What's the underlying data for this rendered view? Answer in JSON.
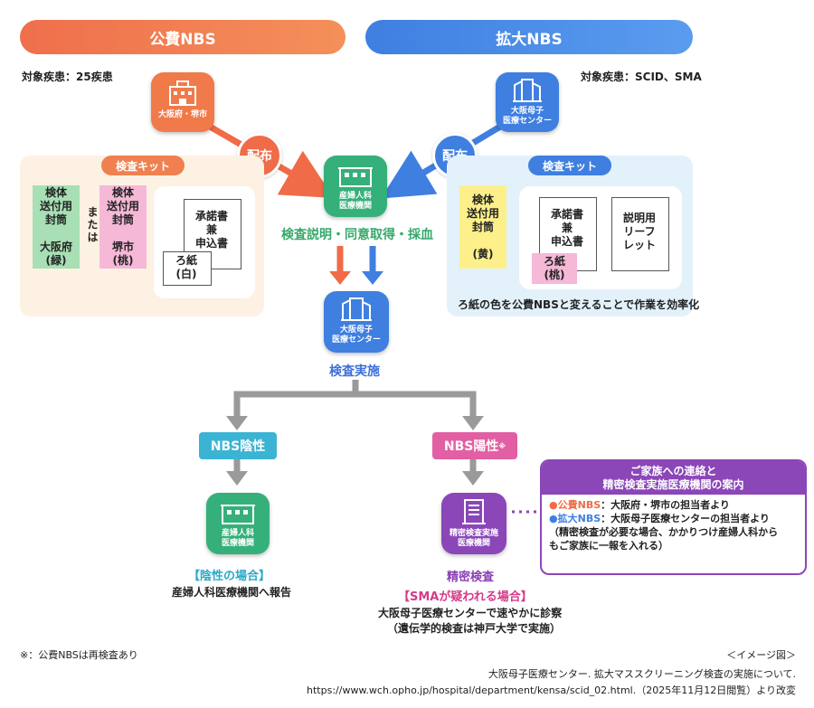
{
  "header": {
    "public_nbs": "公費NBS",
    "extended_nbs": "拡大NBS",
    "public_target": "対象疾患：25疾患",
    "extended_target": "対象疾患：SCID、SMA"
  },
  "sources": {
    "prefecture": "大阪府・堺市",
    "osaka_center_top": "大阪母子\n医療センター",
    "distribute_left": "配布",
    "distribute_right": "配布"
  },
  "left_kit": {
    "tag": "検査キット",
    "envelope_green": "検体\n送付用\n封筒\n\n大阪府\n(緑)",
    "or_text": "または",
    "envelope_pink": "検体\n送付用\n封筒\n\n堺市\n(桃)",
    "consent_form": "承諾書\n兼\n申込書",
    "filter_paper": "ろ紙\n(白)"
  },
  "right_kit": {
    "tag": "検査キット",
    "envelope_yellow": "検体\n送付用\n封筒\n\n(黄)",
    "consent_form": "承諾書\n兼\n申込書",
    "filter_paper": "ろ紙\n(桃)",
    "leaflet": "説明用\nリーフ\nレット",
    "caption": "ろ紙の色を公費NBSと変えることで作業を効率化"
  },
  "center": {
    "obgyn_top": "産婦人科\n医療機関",
    "process_label": "検査説明・同意取得・採血",
    "osaka_center_mid": "大阪母子\n医療センター",
    "test_label": "検査実施"
  },
  "results": {
    "negative_pill": "NBS陰性",
    "positive_pill": "NBS陽性",
    "positive_mark": "※",
    "obgyn_bottom": "産婦人科\n医療機関",
    "negative_case": "【陰性の場合】",
    "negative_report": "産婦人科医療機関へ報告",
    "precise_facility": "精密検査実施\n医療機関",
    "precise_label": "精密検査",
    "sma_case": "【SMAが疑われる場合】",
    "sma_line1": "大阪母子医療センターで速やかに診察",
    "sma_line2": "（遺伝学的検査は神戸大学で実施）"
  },
  "contact_box": {
    "title": "ご家族への連絡と\n精密検査実施医療機関の案内",
    "line1_label": "公費NBS",
    "line1_text": "：大阪府・堺市の担当者より",
    "line2_label": "拡大NBS",
    "line2_text": "：大阪母子医療センターの担当者より",
    "line3": "（精密検査が必要な場合、かかりつけ産婦人科から",
    "line4": "もご家族に一報を入れる）"
  },
  "footer": {
    "footnote": "※：公費NBSは再検査あり",
    "image_note": "＜イメージ図＞",
    "citation1": "大阪母子医療センター. 拡大マススクリーニング検査の実施について.",
    "citation2": "https://www.wch.opho.jp/hospital/department/kensa/scid_02.html.（2025年11月12日閲覧）より改変"
  },
  "colors": {
    "orange": "#f06b48",
    "blue": "#3f7fe0",
    "green": "#35b07a",
    "teal": "#3bb3d3",
    "pink": "#e25fa3",
    "purple": "#8b46b8",
    "gray_arrow": "#9a9a9a"
  }
}
